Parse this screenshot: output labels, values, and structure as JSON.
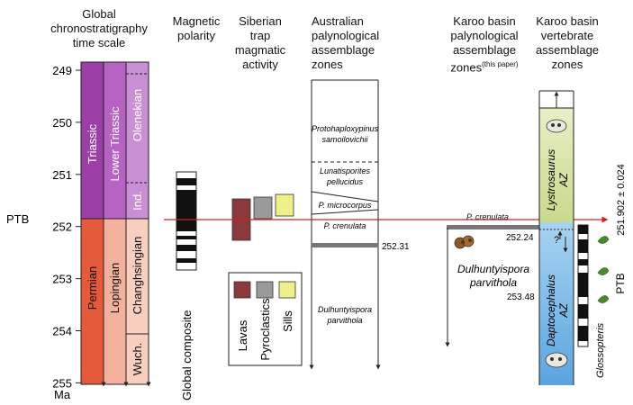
{
  "headers": {
    "global": [
      "Global",
      "chronostratigraphy",
      "time scale"
    ],
    "magnetic": [
      "Magnetic",
      "polarity"
    ],
    "siberian": [
      "Siberian",
      "trap",
      "magmatic",
      "activity"
    ],
    "australian": [
      "Australian",
      "palynological",
      "assemblage",
      "zones"
    ],
    "karoo_paly": [
      "Karoo basin",
      "palynological",
      "assemblage",
      "zones",
      "(this paper)"
    ],
    "karoo_vert": [
      "Karoo basin",
      "vertebrate",
      "assemblage",
      "zones"
    ]
  },
  "time_axis": {
    "ticks": [
      "249",
      "250",
      "251",
      "252",
      "253",
      "254",
      "255"
    ],
    "unit": "Ma",
    "ptb_label": "PTB"
  },
  "chronostratigraphy": {
    "systems": [
      "Triassic",
      "Permian"
    ],
    "series": [
      "Lower Triassic",
      "Lopingian"
    ],
    "stages": [
      "Olenekian",
      "Ind.",
      "Changhsingian",
      "Wuch."
    ],
    "colors": {
      "triassic": "#9b3fa6",
      "lower_triassic": "#b564c3",
      "olenekian": "#c98fd4",
      "permian": "#e65a3c",
      "lopingian": "#f4b19e",
      "changhsingian": "#f9cfc0",
      "wuch": "#f9cfc0"
    }
  },
  "magnetic": {
    "label": "Global composite"
  },
  "siberian": {
    "legend": [
      "Lavas",
      "Pyroclastics",
      "Sills"
    ],
    "colors": {
      "lavas": "#8a3a3c",
      "pyroclastics": "#9a9a9a",
      "sills": "#eef08a"
    }
  },
  "australian_zones": [
    "Protohaploxypinus",
    "samoilovichii",
    "Lunatisporites",
    "pellucidus",
    "P. microcorpus",
    "P. crenulata",
    "Dulhuntyispora",
    "parvithola"
  ],
  "australian_age": "252.31",
  "karoo_paly": {
    "crenulata": "P. crenulata",
    "age": "252.24",
    "zone": [
      "Dulhuntyispora",
      "parvithola"
    ],
    "lower_age": "253.48"
  },
  "karoo_vert": {
    "lystrosaurus": [
      "Lystrosaurus",
      "AZ"
    ],
    "daptocephalus": [
      "Daptocephalus",
      "AZ"
    ],
    "question": "?",
    "glossopteris": "Glossopteris",
    "ptb_label": "PTB",
    "ptb_age": "251.902 ± 0.024",
    "colors": {
      "upper": "#d9e4a6",
      "lower": "#7ab9e6",
      "line": "#d81e1e"
    }
  }
}
